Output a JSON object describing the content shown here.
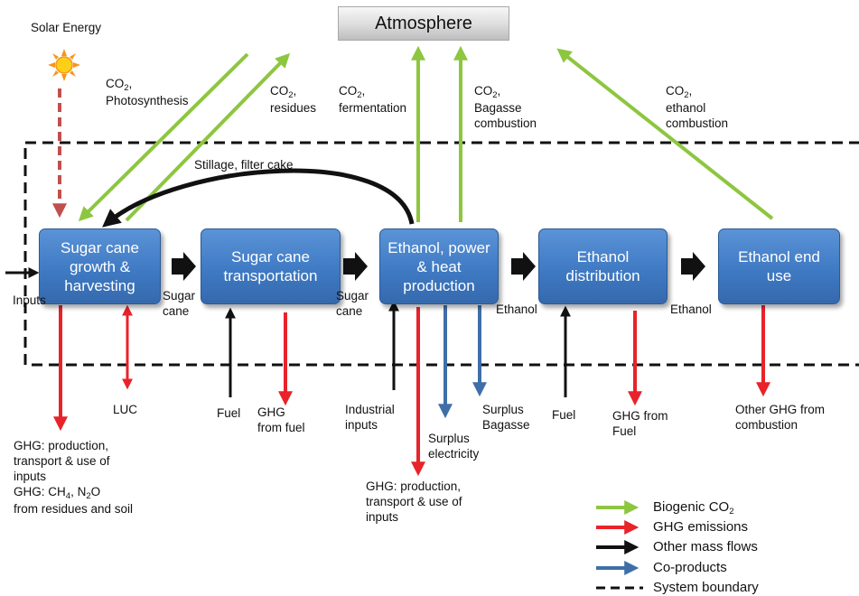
{
  "atmosphere": "Atmosphere",
  "solar": "Solar Energy",
  "boxes": {
    "growth": "Sugar cane growth & harvesting",
    "transport": "Sugar cane transportation",
    "production": "Ethanol, power & heat production",
    "distribution": "Ethanol distribution",
    "enduse": "Ethanol end use"
  },
  "labels": {
    "co2_photo": [
      "CO",
      "2",
      ","
    ],
    "photosynthesis": "Photosynthesis",
    "co2_res": [
      "CO",
      "2",
      ","
    ],
    "residues": "residues",
    "co2_ferm": [
      "CO",
      "2",
      ","
    ],
    "fermentation": "fermentation",
    "co2_bag": [
      "CO",
      "2",
      ","
    ],
    "bagasse_combustion_1": "Bagasse",
    "bagasse_combustion_2": "combustion",
    "co2_eth": [
      "CO",
      "2",
      ","
    ],
    "ethanol_combustion_1": "ethanol",
    "ethanol_combustion_2": "combustion",
    "stillage": "Stillage, filter cake",
    "inputs": "Inputs",
    "sugar_cane_1a": "Sugar",
    "sugar_cane_1b": "cane",
    "sugar_cane_2a": "Sugar",
    "sugar_cane_2b": "cane",
    "ethanol_1": "Ethanol",
    "ethanol_2": "Ethanol",
    "luc": "LUC",
    "fuel_1": "Fuel",
    "ghg_fuel_1": "GHG",
    "ghg_fuel_2": "from fuel",
    "industrial_1": "Industrial",
    "industrial_2": "inputs",
    "surplus_elec_1": "Surplus",
    "surplus_elec_2": "electricity",
    "surplus_bag_1": "Surplus",
    "surplus_bag_2": "Bagasse",
    "fuel_2": "Fuel",
    "ghg_from_fuel_1": "GHG from",
    "ghg_from_fuel_2": "Fuel",
    "other_ghg_1": "Other GHG from",
    "other_ghg_2": "combustion",
    "ghg_left_1": "GHG: production,",
    "ghg_left_2": "transport & use of",
    "ghg_left_3": "inputs",
    "ghg_left_4a": "GHG: CH",
    "ghg_left_4sub": "4",
    "ghg_left_4b": ", N",
    "ghg_left_4sub2": "2",
    "ghg_left_4c": "O",
    "ghg_left_5": "from residues and soil",
    "ghg_mid_1": "GHG: production,",
    "ghg_mid_2": "transport & use of",
    "ghg_mid_3": "inputs"
  },
  "legend": {
    "biogenic": [
      "Biogenic CO",
      "2"
    ],
    "ghg": "GHG emissions",
    "mass": "Other mass flows",
    "coproducts": "Co-products",
    "boundary": "System boundary"
  },
  "colors": {
    "green": "#8dc63f",
    "red": "#e8232a",
    "black": "#111111",
    "blue": "#3f6fa8",
    "brown": "#c0504d",
    "box": "#3f7ac4"
  }
}
